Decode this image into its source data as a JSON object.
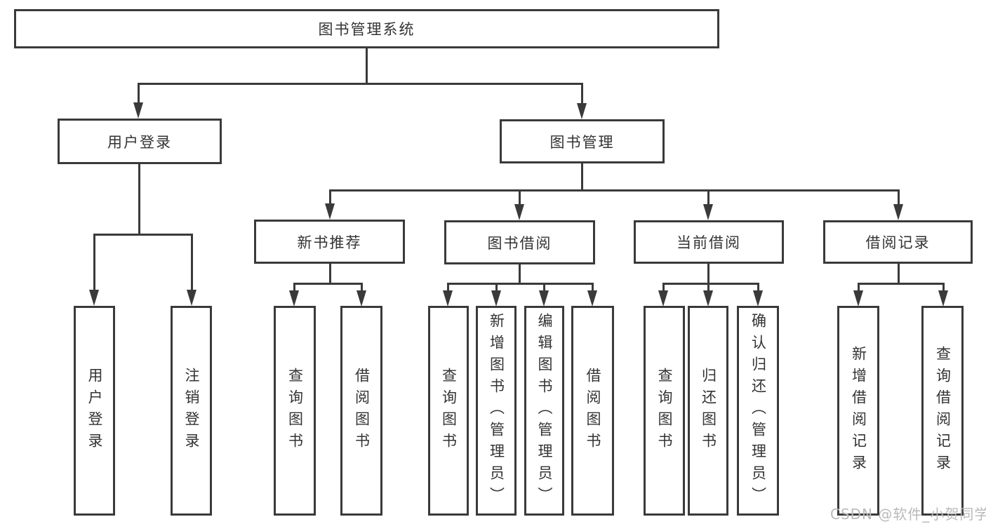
{
  "diagram": {
    "root": {
      "label": "图书管理系统"
    },
    "level2": {
      "user_login": {
        "label": "用户登录"
      },
      "book_management": {
        "label": "图书管理"
      }
    },
    "level3": {
      "new_book_recommend": {
        "label": "新书推荐"
      },
      "book_borrow": {
        "label": "图书借阅"
      },
      "current_borrow": {
        "label": "当前借阅"
      },
      "borrow_record": {
        "label": "借阅记录"
      }
    },
    "leaves": {
      "login_user_login": {
        "label": "用户登录"
      },
      "login_logout": {
        "label": "注销登录"
      },
      "recommend_query_books": {
        "label": "查询图书"
      },
      "recommend_borrow_books": {
        "label": "借阅图书"
      },
      "borrow_query_books": {
        "label": "查询图书"
      },
      "borrow_add_books": {
        "label": "新增图书（管理员）"
      },
      "borrow_edit_books": {
        "label": "编辑图书（管理员）"
      },
      "borrow_borrow_books": {
        "label": "借阅图书"
      },
      "current_query_books": {
        "label": "查询图书"
      },
      "current_return_books": {
        "label": "归还图书"
      },
      "current_confirm_return": {
        "label": "确认归还（管理员）"
      },
      "record_add_record": {
        "label": "新增借阅记录"
      },
      "record_query_record": {
        "label": "查询借阅记录"
      }
    },
    "watermark": "CSDN @软件_小贺同学",
    "colors": {
      "line": "#3a3a3a",
      "text": "#333333",
      "watermark": "#b9b9b9",
      "background": "#ffffff"
    }
  }
}
